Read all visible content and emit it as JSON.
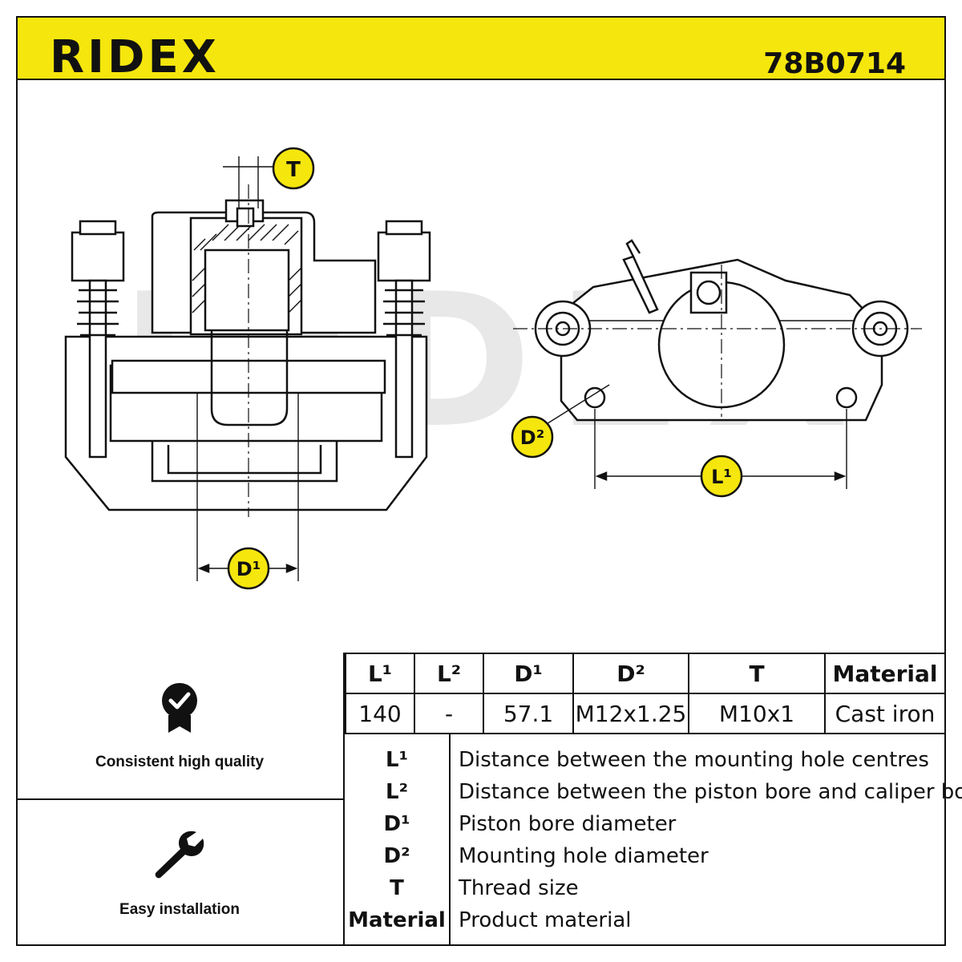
{
  "header": {
    "brand": "RIDEX",
    "part_number": "78B0714",
    "background_color": "#f5e60d"
  },
  "drawing": {
    "watermark": "RIDEX",
    "labels": {
      "t": "T",
      "d1": "D¹",
      "d2": "D²",
      "l1": "L¹"
    }
  },
  "features": [
    {
      "icon": "quality-badge-icon",
      "label": "Consistent high quality"
    },
    {
      "icon": "wrench-icon",
      "label": "Easy installation"
    }
  ],
  "specs": {
    "headers": [
      "L¹",
      "L²",
      "D¹",
      "D²",
      "T",
      "Material"
    ],
    "values": [
      "140",
      "-",
      "57.1",
      "M12x1.25",
      "M10x1",
      "Cast iron"
    ]
  },
  "legend": [
    {
      "key": "L¹",
      "value": "Distance between the mounting hole centres"
    },
    {
      "key": "L²",
      "value": "Distance between the piston bore and caliper body"
    },
    {
      "key": "D¹",
      "value": "Piston bore diameter"
    },
    {
      "key": "D²",
      "value": "Mounting hole diameter"
    },
    {
      "key": "T",
      "value": "Thread size"
    },
    {
      "key": "Material",
      "value": "Product material"
    }
  ]
}
